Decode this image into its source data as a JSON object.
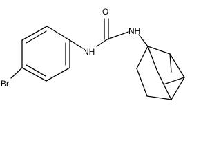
{
  "molecule": {
    "atoms": {
      "oxygen": "O",
      "amide_nh_left": "NH",
      "amide_nh_right": "NH",
      "bromine": "Br"
    }
  }
}
